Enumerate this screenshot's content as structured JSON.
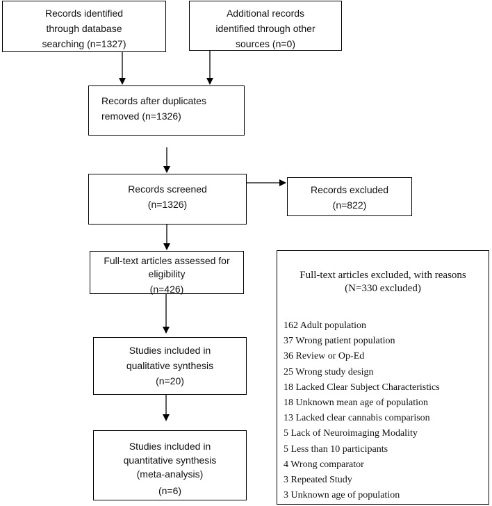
{
  "boxes": {
    "identified_db": [
      "Records identified",
      "through database",
      "searching (n=1327)"
    ],
    "identified_other": [
      "Additional records",
      "identified through other",
      "sources (n=0)"
    ],
    "after_duplicates": [
      "Records after duplicates",
      "removed (n=1326)"
    ],
    "screened": [
      "Records screened",
      "(n=1326)"
    ],
    "excluded": [
      "Records excluded",
      "(n=822)"
    ],
    "fulltext": [
      "Full-text articles assessed for",
      "eligibility",
      "(n=426)"
    ],
    "qualitative": [
      "Studies included in",
      "qualitative synthesis",
      "(n=20)"
    ],
    "quantitative": [
      "Studies included in",
      "quantitative synthesis",
      "(meta-analysis)",
      "(n=6)"
    ]
  },
  "reasons": {
    "title": [
      "Full-text articles excluded, with reasons",
      "(N=330 excluded)"
    ],
    "items": [
      "162 Adult population",
      "37 Wrong patient population",
      "36 Review or Op-Ed",
      "25 Wrong study design",
      "18 Lacked Clear Subject Characteristics",
      "18 Unknown mean age of population",
      "13 Lacked clear cannabis comparison",
      "5 Lack of Neuroimaging Modality",
      "5 Less than 10 participants",
      "4 Wrong comparator",
      "3 Repeated Study",
      "3 Unknown age of population"
    ]
  }
}
